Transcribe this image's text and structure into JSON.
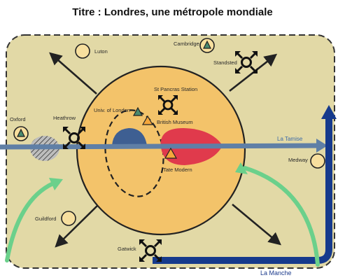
{
  "title": "Titre : Londres, une métropole mondiale",
  "labels": {
    "luton": "Luton",
    "cambridge": "Cambridge",
    "standsted": "Standsted",
    "oxford": "Oxford",
    "heathrow": "Heathrow",
    "st_pancras": "St Pancras Station",
    "univ_london": "Univ. of London",
    "british_museum": "British Museum",
    "tate_modern": "Tate Modern",
    "la_tamise": "La Tamise",
    "medway": "Medway",
    "guildford": "Guildford",
    "gatwick": "Gatwick",
    "la_manche": "La Manche"
  },
  "colors": {
    "background_region": "#e2d9a6",
    "london_circle": "#f3c36a",
    "thames": "#5f7fa6",
    "north_bank": "#3e5f92",
    "south_bank": "#e03a4c",
    "sea_arrow": "#163a8c",
    "green_arrow": "#6bd08b",
    "town_circle": "#f7df9e"
  },
  "icons": [
    "airport-icon",
    "station-icon",
    "landmark-triangle-icon",
    "outward-arrow-icon",
    "city-circle-icon"
  ]
}
